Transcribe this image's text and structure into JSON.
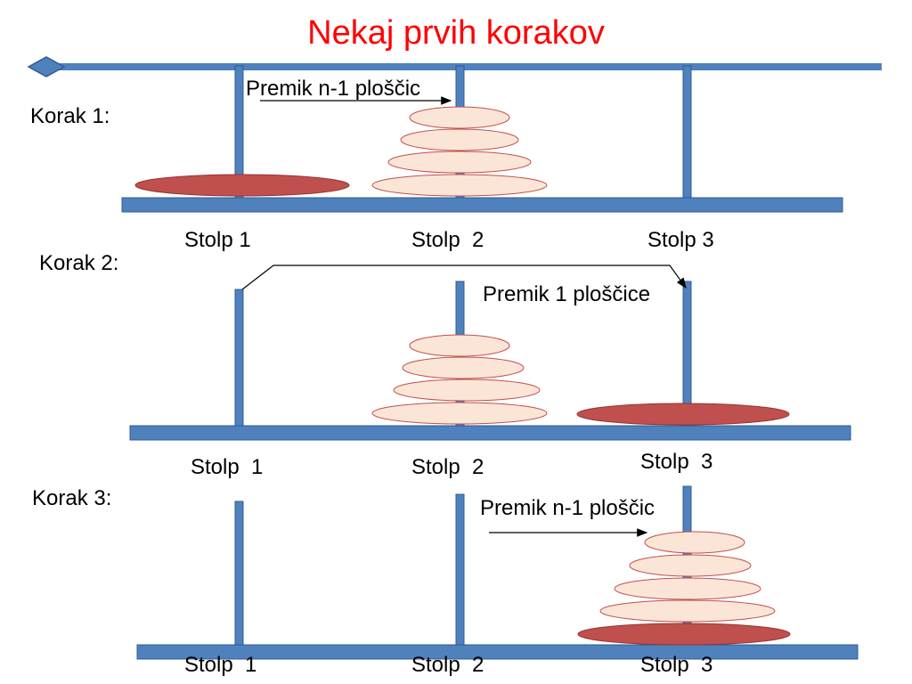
{
  "title": "Nekaj prvih korakov",
  "colors": {
    "title": "#ff0000",
    "pole": "#4f81bd",
    "pole_stroke": "#2e5c96",
    "small_disk_fill": "#fbe5d6",
    "small_disk_stroke": "#c0504d",
    "large_disk_fill": "#c0504d",
    "large_disk_stroke": "#943634",
    "arrow": "#000000"
  },
  "steps": [
    {
      "label": "Korak 1:",
      "move_text": "Premik n-1 ploščic",
      "pole_labels": [
        "Stolp 1",
        "Stolp  2",
        "Stolp 3"
      ]
    },
    {
      "label": "Korak 2:",
      "move_text": "Premik 1 ploščice",
      "pole_labels": [
        "Stolp  1",
        "Stolp  2",
        "Stolp  3"
      ]
    },
    {
      "label": "Korak 3:",
      "move_text": "Premik n-1 ploščic",
      "pole_labels": [
        "Stolp  1",
        "Stolp  2",
        "Stolp  3"
      ]
    }
  ]
}
